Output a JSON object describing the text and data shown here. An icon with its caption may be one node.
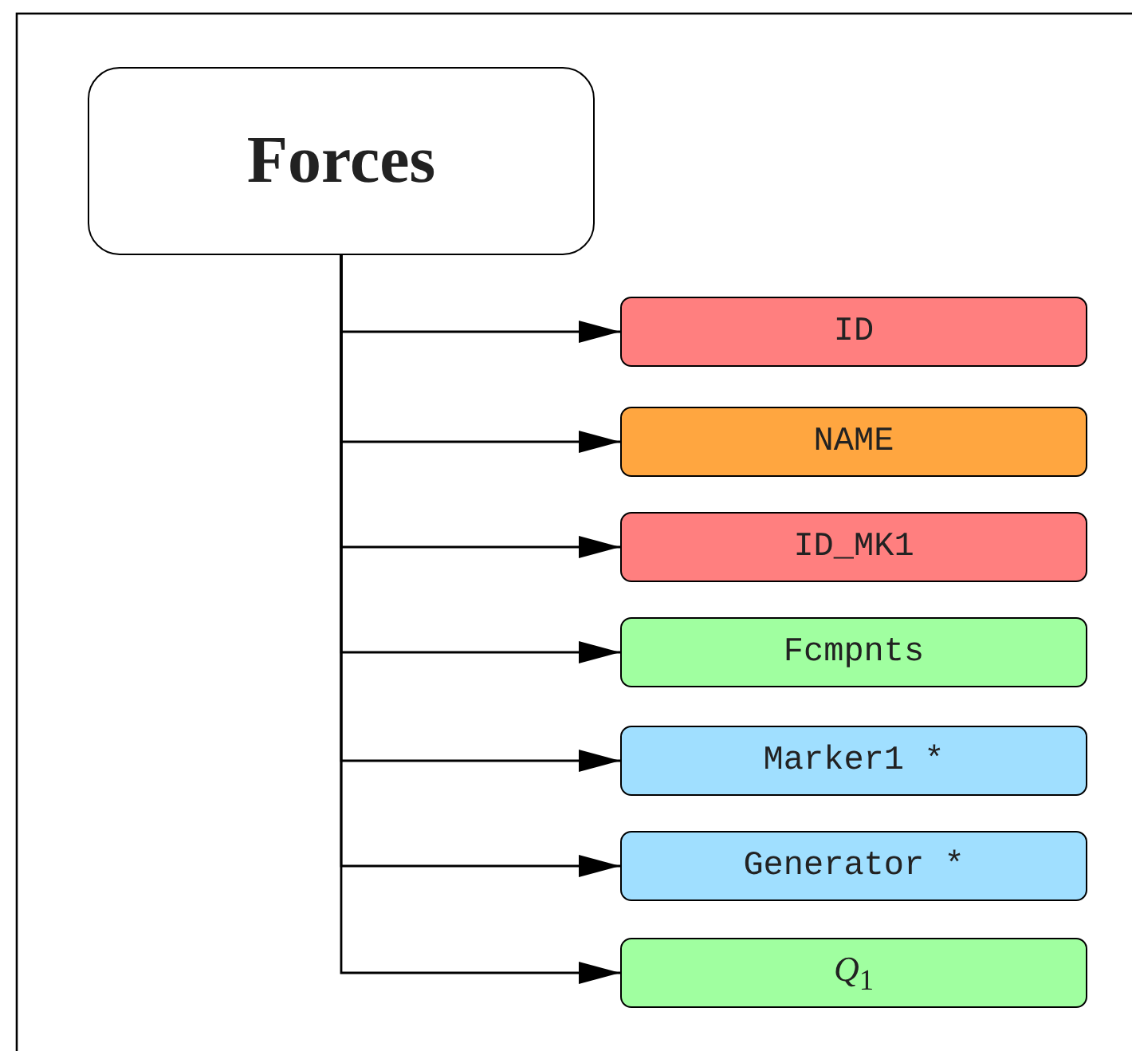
{
  "diagram": {
    "nodes": [
      {
        "text": [
          "Forces"
        ]
      },
      {
        "text": [
          "ID"
        ]
      },
      {
        "text": [
          "NAME"
        ]
      },
      {
        "text": [
          "ID_MK1"
        ]
      },
      {
        "text": [
          "Fcmpnts"
        ]
      },
      {
        "text": [
          "Marker1 *"
        ]
      },
      {
        "text": [
          "Generator *"
        ]
      },
      {
        "text": [
          "*Q*$_{1}$"
        ]
      }
    ],
    "edges": [
      {
        "from": 0,
        "to": 1,
        "arrow": "to"
      },
      {
        "from": 0,
        "to": 2,
        "arrow": "to"
      },
      {
        "from": 0,
        "to": 3,
        "arrow": "to"
      },
      {
        "from": 0,
        "to": 4,
        "arrow": "to"
      },
      {
        "from": 0,
        "to": 5,
        "arrow": "to"
      },
      {
        "from": 0,
        "to": 6,
        "arrow": "to"
      },
      {
        "from": 0,
        "to": 7,
        "arrow": "to"
      }
    ]
  }
}
